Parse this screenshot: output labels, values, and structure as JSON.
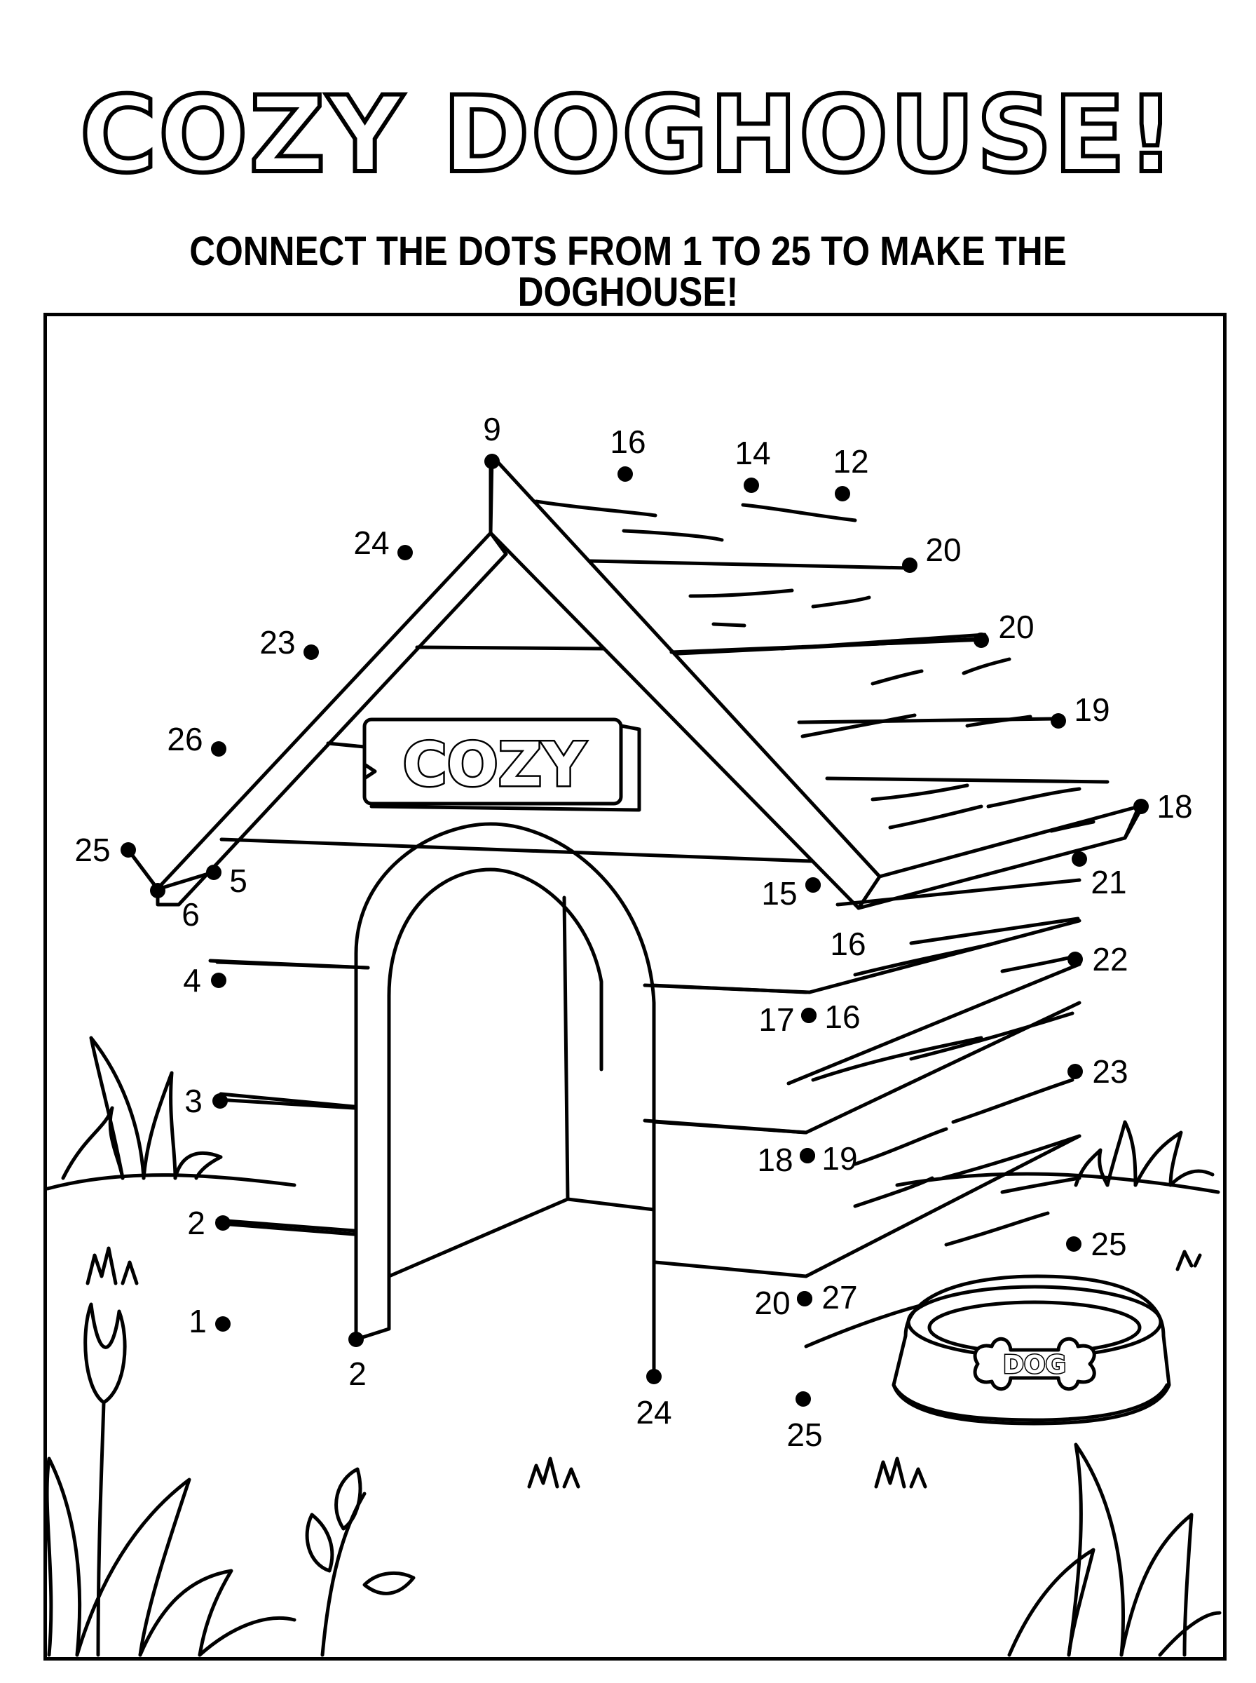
{
  "title": "COZY DOGHOUSE!",
  "instruction": "CONNECT THE DOTS FROM 1 TO 25 TO MAKE THE DOGHOUSE!",
  "sign_text": "COZY",
  "bowl_text": "DOG",
  "colors": {
    "ink": "#000000",
    "paper": "#ffffff"
  },
  "dots": [
    {
      "label": "1"
    },
    {
      "label": "2"
    },
    {
      "label": "3"
    },
    {
      "label": "4"
    },
    {
      "label": "5"
    },
    {
      "label": "6"
    },
    {
      "label": "9"
    },
    {
      "label": "16"
    },
    {
      "label": "14"
    },
    {
      "label": "12"
    },
    {
      "label": "20"
    },
    {
      "label": "20"
    },
    {
      "label": "19"
    },
    {
      "label": "18"
    },
    {
      "label": "21"
    },
    {
      "label": "22"
    },
    {
      "label": "23"
    },
    {
      "label": "25"
    },
    {
      "label": "24"
    },
    {
      "label": "23"
    },
    {
      "label": "26"
    },
    {
      "label": "25"
    },
    {
      "label": "15"
    },
    {
      "label": "16"
    },
    {
      "label": "17"
    },
    {
      "label": "16"
    },
    {
      "label": "18"
    },
    {
      "label": "19"
    },
    {
      "label": "20"
    },
    {
      "label": "27"
    },
    {
      "label": "2"
    },
    {
      "label": "24"
    },
    {
      "label": "25"
    }
  ]
}
